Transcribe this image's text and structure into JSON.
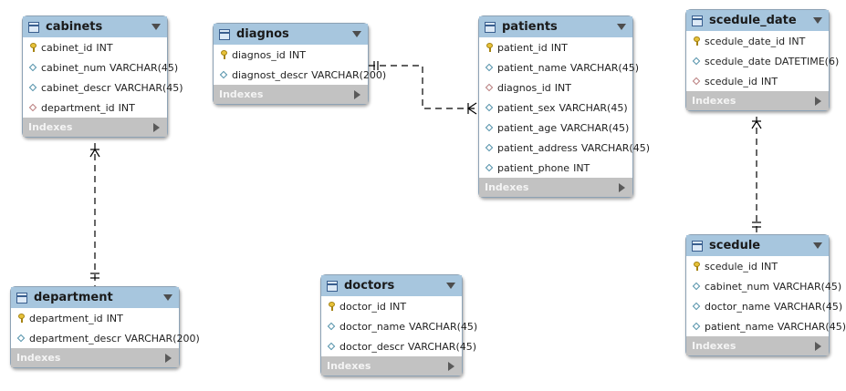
{
  "tables": [
    {
      "id": "cabinets",
      "name": "cabinets",
      "indexes_label": "Indexes",
      "columns": [
        {
          "name": "cabinet_id",
          "type": "INT",
          "kind": "pk"
        },
        {
          "name": "cabinet_num",
          "type": "VARCHAR(45)",
          "kind": "col"
        },
        {
          "name": "cabinet_descr",
          "type": "VARCHAR(45)",
          "kind": "col"
        },
        {
          "name": "department_id",
          "type": "INT",
          "kind": "fk"
        }
      ]
    },
    {
      "id": "diagnos",
      "name": "diagnos",
      "indexes_label": "Indexes",
      "columns": [
        {
          "name": "diagnos_id",
          "type": "INT",
          "kind": "pk"
        },
        {
          "name": "diagnost_descr",
          "type": "VARCHAR(200)",
          "kind": "col"
        }
      ]
    },
    {
      "id": "patients",
      "name": "patients",
      "indexes_label": "Indexes",
      "columns": [
        {
          "name": "patient_id",
          "type": "INT",
          "kind": "pk"
        },
        {
          "name": "patient_name",
          "type": "VARCHAR(45)",
          "kind": "col"
        },
        {
          "name": "diagnos_id",
          "type": "INT",
          "kind": "fk"
        },
        {
          "name": "patient_sex",
          "type": "VARCHAR(45)",
          "kind": "col"
        },
        {
          "name": "patient_age",
          "type": "VARCHAR(45)",
          "kind": "col"
        },
        {
          "name": "patient_address",
          "type": "VARCHAR(45)",
          "kind": "col"
        },
        {
          "name": "patient_phone",
          "type": "INT",
          "kind": "col"
        }
      ]
    },
    {
      "id": "scedule_date",
      "name": "scedule_date",
      "indexes_label": "Indexes",
      "columns": [
        {
          "name": "scedule_date_id",
          "type": "INT",
          "kind": "pk"
        },
        {
          "name": "scedule_date",
          "type": "DATETIME(6)",
          "kind": "col"
        },
        {
          "name": "scedule_id",
          "type": "INT",
          "kind": "fk"
        }
      ]
    },
    {
      "id": "department",
      "name": "department",
      "indexes_label": "Indexes",
      "columns": [
        {
          "name": "department_id",
          "type": "INT",
          "kind": "pk"
        },
        {
          "name": "department_descr",
          "type": "VARCHAR(200)",
          "kind": "col"
        }
      ]
    },
    {
      "id": "doctors",
      "name": "doctors",
      "indexes_label": "Indexes",
      "columns": [
        {
          "name": "doctor_id",
          "type": "INT",
          "kind": "pk"
        },
        {
          "name": "doctor_name",
          "type": "VARCHAR(45)",
          "kind": "col"
        },
        {
          "name": "doctor_descr",
          "type": "VARCHAR(45)",
          "kind": "col"
        }
      ]
    },
    {
      "id": "scedule",
      "name": "scedule",
      "indexes_label": "Indexes",
      "columns": [
        {
          "name": "scedule_id",
          "type": "INT",
          "kind": "pk"
        },
        {
          "name": "cabinet_num",
          "type": "VARCHAR(45)",
          "kind": "col"
        },
        {
          "name": "doctor_name",
          "type": "VARCHAR(45)",
          "kind": "col"
        },
        {
          "name": "patient_name",
          "type": "VARCHAR(45)",
          "kind": "col"
        }
      ]
    }
  ],
  "relationships": [
    {
      "from": "cabinets",
      "to": "department",
      "type": "many-to-one"
    },
    {
      "from": "patients",
      "to": "diagnos",
      "type": "many-to-one"
    },
    {
      "from": "scedule_date",
      "to": "scedule",
      "type": "many-to-one"
    }
  ],
  "colors": {
    "header": "#a7c6de",
    "indexes": "#c2c2c2",
    "link": "#000000",
    "pk_key": "#e7c23a"
  }
}
